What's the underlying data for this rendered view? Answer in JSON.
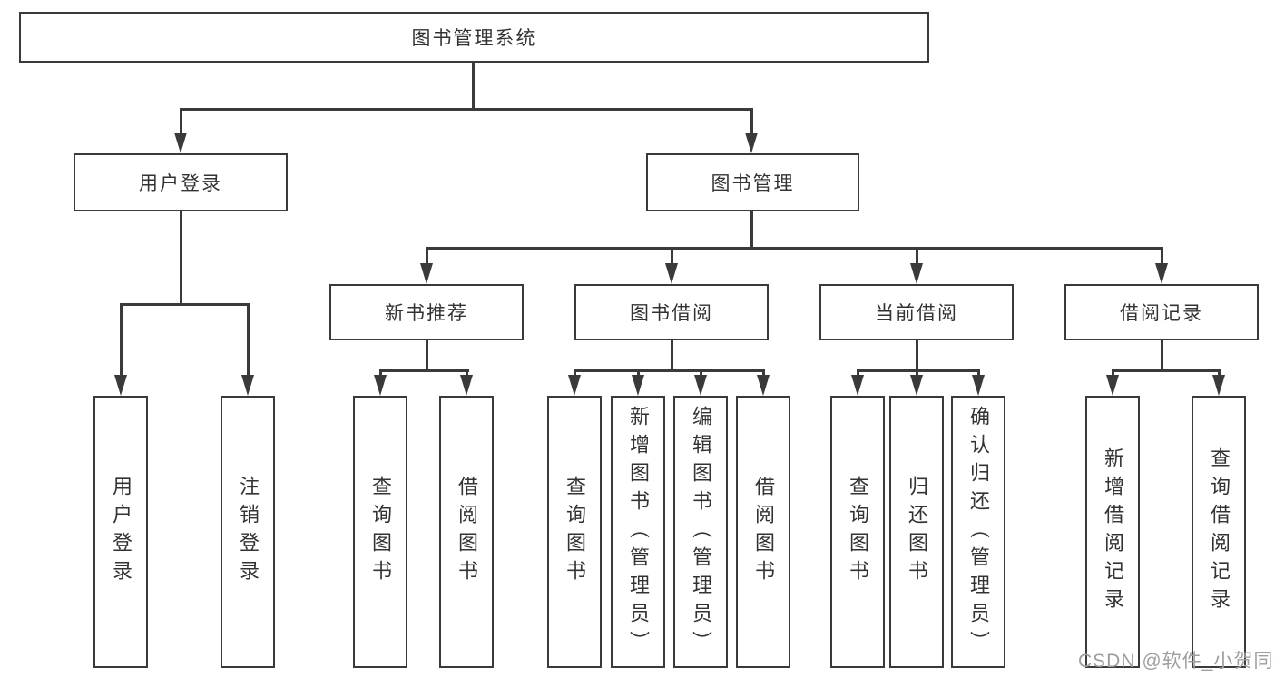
{
  "tree": {
    "root": "图书管理系统",
    "level2": [
      "用户登录",
      "图书管理"
    ],
    "level3": [
      "新书推荐",
      "图书借阅",
      "当前借阅",
      "借阅记录"
    ],
    "leaves": [
      "用户登录",
      "注销登录",
      "查询图书",
      "借阅图书",
      "查询图书",
      "新增图书（管理员）",
      "编辑图书（管理员）",
      "借阅图书",
      "查询图书",
      "归还图书",
      "确认归还（管理员）",
      "新增借阅记录",
      "查询借阅记录"
    ]
  },
  "watermark": "CSDN @软件_小贺同学",
  "colors": {
    "line": "#3a3a3a",
    "text": "#333333",
    "watermark": "#9e9e9e",
    "bg": "#ffffff"
  }
}
